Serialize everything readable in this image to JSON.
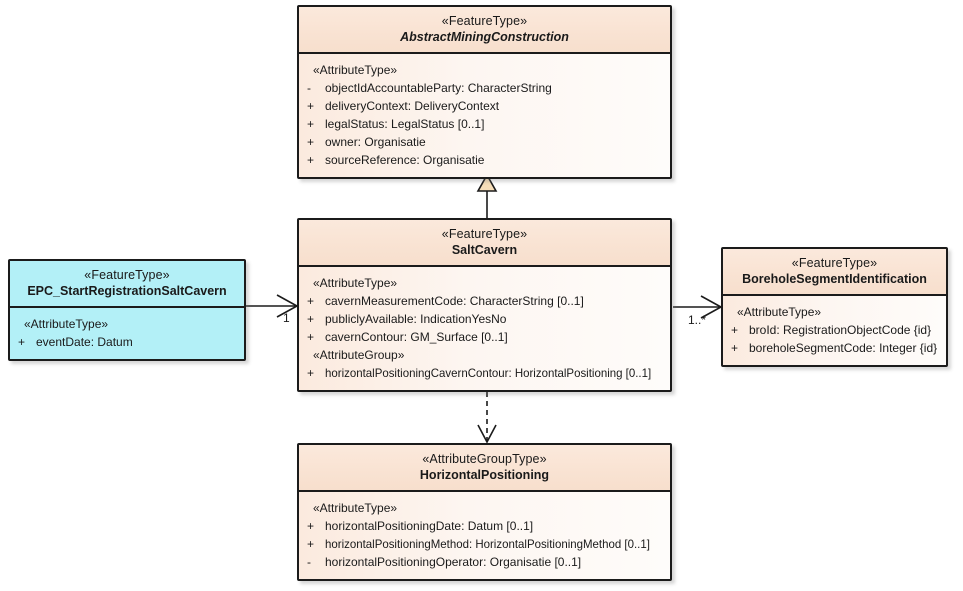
{
  "diagram": {
    "type": "uml-class-diagram",
    "colors": {
      "class_fill_header": "#F9E3D3",
      "class_fill_body": "#FDFAF7",
      "event_fill": "#B3F0F7",
      "border": "#1B1B1B",
      "generalization_arrow_fill": "#F6DEB9"
    }
  },
  "classes": {
    "abstract_mining_construction": {
      "stereotype": "«FeatureType»",
      "name": "AbstractMiningConstruction",
      "abstract": true,
      "compartments": [
        {
          "group": "«AttributeType»",
          "attributes": [
            {
              "visibility": "-",
              "text": "objectIdAccountableParty: CharacterString"
            },
            {
              "visibility": "+",
              "text": "deliveryContext: DeliveryContext"
            },
            {
              "visibility": "+",
              "text": "legalStatus: LegalStatus [0..1]"
            },
            {
              "visibility": "+",
              "text": "owner: Organisatie"
            },
            {
              "visibility": "+",
              "text": "sourceReference: Organisatie"
            }
          ]
        }
      ]
    },
    "salt_cavern": {
      "stereotype": "«FeatureType»",
      "name": "SaltCavern",
      "abstract": false,
      "compartments": [
        {
          "group": "«AttributeType»",
          "attributes": [
            {
              "visibility": "+",
              "text": "cavernMeasurementCode: CharacterString [0..1]"
            },
            {
              "visibility": "+",
              "text": "publiclyAvailable: IndicationYesNo"
            },
            {
              "visibility": "+",
              "text": "cavernContour: GM_Surface [0..1]"
            }
          ]
        },
        {
          "group": "«AttributeGroup»",
          "attributes": [
            {
              "visibility": "+",
              "text": "horizontalPositioningCavernContour: HorizontalPositioning [0..1]"
            }
          ]
        }
      ]
    },
    "epc_start_registration_salt_cavern": {
      "stereotype": "«FeatureType»",
      "name": "EPC_StartRegistrationSaltCavern",
      "abstract": false,
      "compartments": [
        {
          "group": "«AttributeType»",
          "attributes": [
            {
              "visibility": "+",
              "text": "eventDate: Datum"
            }
          ]
        }
      ]
    },
    "borehole_segment_identification": {
      "stereotype": "«FeatureType»",
      "name": "BoreholeSegmentIdentification",
      "abstract": false,
      "compartments": [
        {
          "group": "«AttributeType»",
          "attributes": [
            {
              "visibility": "+",
              "text": "broId: RegistrationObjectCode {id}"
            },
            {
              "visibility": "+",
              "text": "boreholeSegmentCode: Integer {id}"
            }
          ]
        }
      ]
    },
    "horizontal_positioning": {
      "stereotype": "«AttributeGroupType»",
      "name": "HorizontalPositioning",
      "abstract": false,
      "compartments": [
        {
          "group": "«AttributeType»",
          "attributes": [
            {
              "visibility": "+",
              "text": "horizontalPositioningDate: Datum [0..1]"
            },
            {
              "visibility": "+",
              "text": "horizontalPositioningMethod: HorizontalPositioningMethod [0..1]"
            },
            {
              "visibility": "-",
              "text": "horizontalPositioningOperator: Organisatie [0..1]"
            }
          ]
        }
      ]
    }
  },
  "connectors": {
    "generalization_saltcavern_to_abstract": {
      "kind": "generalization",
      "from": "SaltCavern",
      "to": "AbstractMiningConstruction",
      "label": ""
    },
    "association_epc_to_saltcavern": {
      "kind": "association",
      "from": "EPC_StartRegistrationSaltCavern",
      "to": "SaltCavern",
      "multiplicity": "1"
    },
    "association_saltcavern_to_borehole": {
      "kind": "association",
      "from": "SaltCavern",
      "to": "BoreholeSegmentIdentification",
      "multiplicity": "1..*"
    },
    "dependency_saltcavern_to_horizontalpositioning": {
      "kind": "dependency",
      "from": "SaltCavern",
      "to": "HorizontalPositioning",
      "label": ""
    }
  }
}
